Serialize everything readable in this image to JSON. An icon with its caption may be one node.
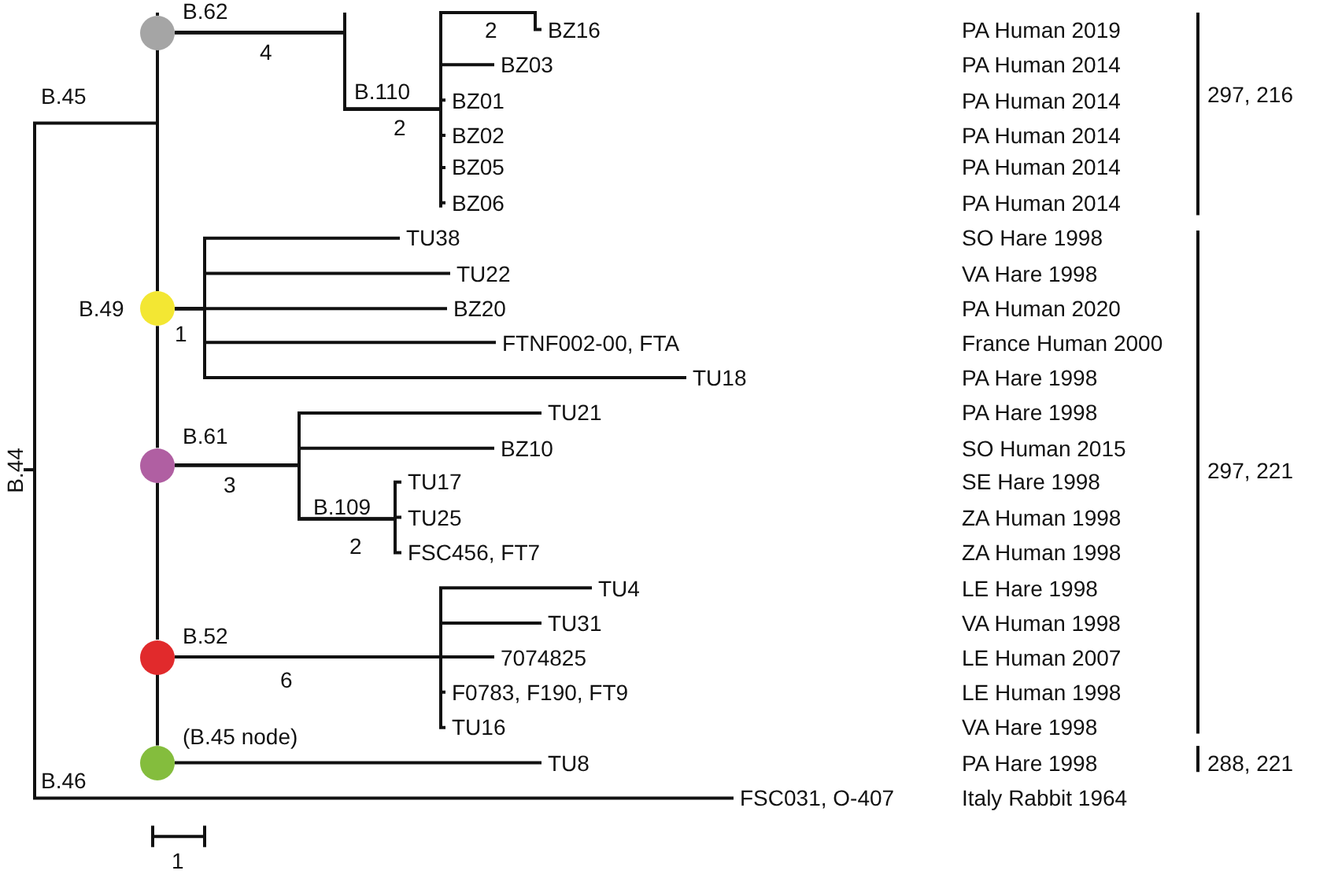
{
  "diagram": {
    "nodes": [
      {
        "text": [],
        "shape": "circle",
        "beside": [
          "B.62"
        ]
      },
      {
        "text": [
          "BZ16"
        ]
      },
      {
        "text": [
          "BZ03"
        ]
      },
      {
        "text": [
          "BZ01"
        ]
      },
      {
        "text": [
          "BZ02"
        ]
      },
      {
        "text": [
          "BZ05"
        ]
      },
      {
        "text": [
          "BZ06"
        ]
      },
      {
        "text": [],
        "shape": "circle",
        "beside": [
          "B.49"
        ]
      },
      {
        "text": [
          "TU38"
        ]
      },
      {
        "text": [
          "TU22"
        ]
      },
      {
        "text": [
          "BZ20"
        ]
      },
      {
        "text": [
          "FTNF002-00, FTA"
        ]
      },
      {
        "text": [
          "TU18"
        ]
      },
      {
        "text": [],
        "shape": "circle",
        "beside": [
          "B.61"
        ]
      },
      {
        "text": [
          "TU21"
        ]
      },
      {
        "text": [
          "BZ10"
        ]
      },
      {
        "text": [
          "TU17"
        ]
      },
      {
        "text": [
          "TU25"
        ]
      },
      {
        "text": [
          "FSC456, FT7"
        ]
      },
      {
        "text": [],
        "shape": "circle",
        "beside": [
          "B.52"
        ]
      },
      {
        "text": [
          "TU4"
        ]
      },
      {
        "text": [
          "TU31"
        ]
      },
      {
        "text": [
          "7074825"
        ]
      },
      {
        "text": [
          "F0783, F190, FT9"
        ]
      },
      {
        "text": [
          "TU16"
        ]
      },
      {
        "text": [],
        "shape": "circle",
        "beside": [
          "(B.45 node)"
        ]
      },
      {
        "text": [
          "TU8"
        ]
      },
      {
        "text": [
          "FSC031, O-407"
        ]
      }
    ],
    "edges": [
      {
        "from": 0,
        "to": 1,
        "arrow": "none"
      },
      {
        "from": 0,
        "to": 2,
        "arrow": "none"
      },
      {
        "from": 0,
        "to": 3,
        "arrow": "none"
      },
      {
        "from": 0,
        "to": 4,
        "arrow": "none"
      },
      {
        "from": 0,
        "to": 5,
        "arrow": "none"
      },
      {
        "from": 0,
        "to": 6,
        "arrow": "none"
      },
      {
        "from": 0,
        "to": 7,
        "arrow": "none"
      },
      {
        "from": 7,
        "to": 8,
        "arrow": "none"
      },
      {
        "from": 7,
        "to": 9,
        "arrow": "none"
      },
      {
        "from": 7,
        "to": 10,
        "arrow": "none"
      },
      {
        "from": 7,
        "to": 11,
        "arrow": "none"
      },
      {
        "from": 7,
        "to": 12,
        "arrow": "none"
      },
      {
        "from": 7,
        "to": 13,
        "arrow": "none"
      },
      {
        "from": 13,
        "to": 14,
        "arrow": "none"
      },
      {
        "from": 13,
        "to": 15,
        "arrow": "none"
      },
      {
        "from": 13,
        "to": 16,
        "arrow": "none"
      },
      {
        "from": 13,
        "to": 17,
        "arrow": "none"
      },
      {
        "from": 13,
        "to": 18,
        "arrow": "none"
      },
      {
        "from": 13,
        "to": 19,
        "arrow": "none"
      },
      {
        "from": 19,
        "to": 20,
        "arrow": "none"
      },
      {
        "from": 19,
        "to": 21,
        "arrow": "none"
      },
      {
        "from": 19,
        "to": 22,
        "arrow": "none"
      },
      {
        "from": 19,
        "to": 23,
        "arrow": "none"
      },
      {
        "from": 19,
        "to": 24,
        "arrow": "none"
      },
      {
        "from": 19,
        "to": 25,
        "arrow": "none"
      },
      {
        "from": 25,
        "to": 26,
        "arrow": "none"
      },
      {
        "from": 27,
        "to": 0,
        "arrow": "none"
      }
    ],
    "labels": [
      "2",
      "4",
      "B.45",
      "B.110",
      "2",
      "1",
      "3",
      "B.109",
      "2",
      "6",
      "B.46",
      "B.44",
      "PA Human 2019",
      "PA Human 2014",
      "PA Human 2014",
      "PA Human 2014",
      "PA Human 2014",
      "PA Human 2014",
      "SO Hare 1998",
      "VA Hare 1998",
      "PA Human 2020",
      "France Human 2000",
      "PA Hare 1998",
      "PA Hare 1998",
      "SO Human 2015",
      "SE Hare 1998",
      "ZA Human 1998",
      "ZA Human 1998",
      "LE Hare 1998",
      "VA Human 1998",
      "LE Human 2007",
      "LE Human 1998",
      "VA Hare 1998",
      "PA Hare 1998",
      "Italy Rabbit 1964",
      "297, 216",
      "297, 221",
      "288, 221",
      "1"
    ]
  }
}
